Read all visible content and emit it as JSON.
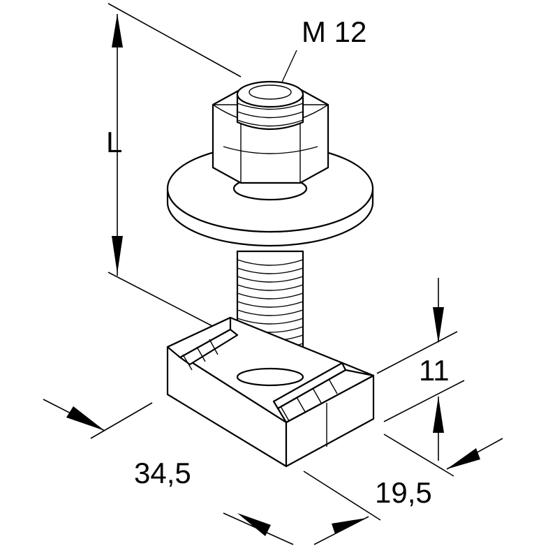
{
  "diagram": {
    "labels": {
      "thread": "M 12",
      "length": "L",
      "height": "11",
      "width": "34,5",
      "depth": "19,5"
    },
    "colors": {
      "line": "#000000",
      "background": "#ffffff"
    }
  }
}
